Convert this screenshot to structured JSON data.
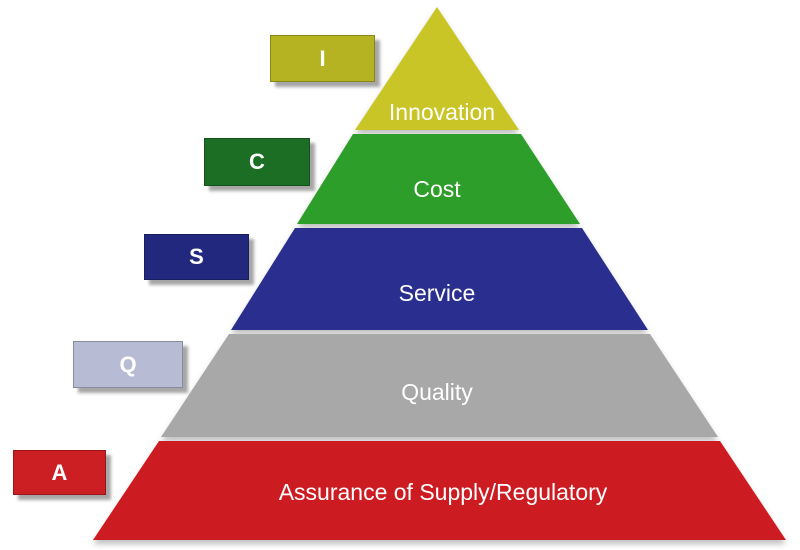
{
  "tiers": [
    {
      "label": "Innovation",
      "color": "#c9c526"
    },
    {
      "label": "Cost",
      "color": "#2f9e2b"
    },
    {
      "label": "Service",
      "color": "#2a2f8e"
    },
    {
      "label": "Quality",
      "color": "#a8a8a8"
    },
    {
      "label": "Assurance of Supply/Regulatory",
      "color": "#cc1f24"
    }
  ],
  "badges": [
    {
      "letter": "I",
      "color": "#b6b322"
    },
    {
      "letter": "C",
      "color": "#1c6e24"
    },
    {
      "letter": "S",
      "color": "#22287e"
    },
    {
      "letter": "Q",
      "color": "#b7bbd3"
    },
    {
      "letter": "A",
      "color": "#cc1f24"
    }
  ]
}
